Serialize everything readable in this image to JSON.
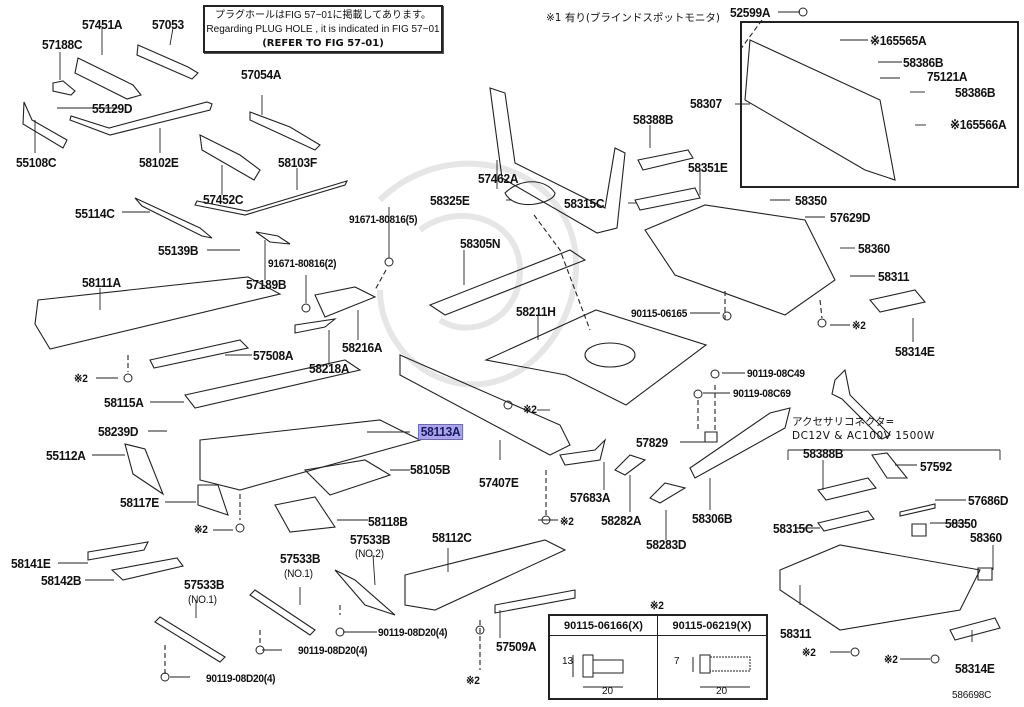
{
  "diagram": {
    "title_note": {
      "jp": "プラグホールはFIG 57−01に掲載してあります。",
      "en": "Regarding PLUG HOLE , it is indicated in FIG 57−01",
      "ref": "(REFER TO FIG 57-01)"
    },
    "footnote_1": "※1 有り(ブラインドスポットモニタ)",
    "accessory_note": {
      "jp": "アクセサリコネクタ=",
      "en": "DC12V  &  AC100V  1500W"
    },
    "figure_code": "586698C",
    "highlighted_part": "58113A",
    "highlight_color": "#a8a6e6",
    "parts": [
      {
        "id": "57451A"
      },
      {
        "id": "57053"
      },
      {
        "id": "57188C"
      },
      {
        "id": "55129D"
      },
      {
        "id": "55108C"
      },
      {
        "id": "58102E"
      },
      {
        "id": "57054A"
      },
      {
        "id": "57452C"
      },
      {
        "id": "58103F"
      },
      {
        "id": "55114C"
      },
      {
        "id": "55139B"
      },
      {
        "id": "57189B"
      },
      {
        "id": "91671-80816(5)"
      },
      {
        "id": "91671-80816(2)"
      },
      {
        "id": "58111A"
      },
      {
        "id": "57508A"
      },
      {
        "id": "58216A"
      },
      {
        "id": "58218A"
      },
      {
        "id": "※2"
      },
      {
        "id": "58115A"
      },
      {
        "id": "58239D"
      },
      {
        "id": "55112A"
      },
      {
        "id": "58113A"
      },
      {
        "id": "58105B"
      },
      {
        "id": "58117E"
      },
      {
        "id": "※2"
      },
      {
        "id": "58118B"
      },
      {
        "id": "57533B"
      },
      {
        "id": "(NO.2)"
      },
      {
        "id": "58141E"
      },
      {
        "id": "58142B"
      },
      {
        "id": "57533B"
      },
      {
        "id": "(NO.1)"
      },
      {
        "id": "57533B"
      },
      {
        "id": "(NO.1)"
      },
      {
        "id": "90119-08D20(4)"
      },
      {
        "id": "90119-08D20(4)"
      },
      {
        "id": "90119-08D20(4)"
      },
      {
        "id": "58112C"
      },
      {
        "id": "57509A"
      },
      {
        "id": "※2"
      },
      {
        "id": "57462A"
      },
      {
        "id": "58325E"
      },
      {
        "id": "58305N"
      },
      {
        "id": "58211H"
      },
      {
        "id": "※2"
      },
      {
        "id": "57407E"
      },
      {
        "id": "※2"
      },
      {
        "id": "57683A"
      },
      {
        "id": "58282A"
      },
      {
        "id": "58283D"
      },
      {
        "id": "58388B"
      },
      {
        "id": "58351E"
      },
      {
        "id": "58315C"
      },
      {
        "id": "58307"
      },
      {
        "id": "52599A"
      },
      {
        "id": "※165565A"
      },
      {
        "id": "58386B"
      },
      {
        "id": "75121A"
      },
      {
        "id": "58386B"
      },
      {
        "id": "※165566A"
      },
      {
        "id": "58350"
      },
      {
        "id": "57629D"
      },
      {
        "id": "58360"
      },
      {
        "id": "58311"
      },
      {
        "id": "90115-06165"
      },
      {
        "id": "※2"
      },
      {
        "id": "58314E"
      },
      {
        "id": "90119-08C49"
      },
      {
        "id": "90119-08C69"
      },
      {
        "id": "57829"
      },
      {
        "id": "58306B"
      },
      {
        "id": "58388B"
      },
      {
        "id": "57592"
      },
      {
        "id": "57686D"
      },
      {
        "id": "58315C"
      },
      {
        "id": "58350"
      },
      {
        "id": "58360"
      },
      {
        "id": "58311"
      },
      {
        "id": "※2"
      },
      {
        "id": "※2"
      },
      {
        "id": "58314E"
      }
    ],
    "bolt_table": {
      "marker": "※2",
      "columns": [
        {
          "part": "90115-06166(X)",
          "dim_height": "13",
          "dim_length": "20"
        },
        {
          "part": "90115-06219(X)",
          "dim_height": "7",
          "dim_length": "20"
        }
      ]
    }
  }
}
